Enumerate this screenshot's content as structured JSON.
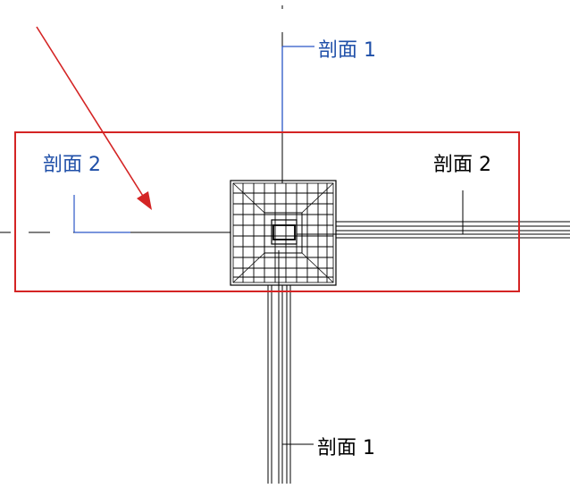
{
  "labels": {
    "section1_top": "剖面 1",
    "section1_bottom": "剖面 1",
    "section2_left": "剖面 2",
    "section2_right": "剖面 2"
  },
  "colors": {
    "background": "#ffffff",
    "line": "#000000",
    "highlight_label": "#1f4fa8",
    "highlight_line": "#2a56c6",
    "annotation": "#d42424"
  },
  "annotations": {
    "arrow": "red-arrow-icon",
    "highlight_box": "red-selection-rectangle"
  }
}
